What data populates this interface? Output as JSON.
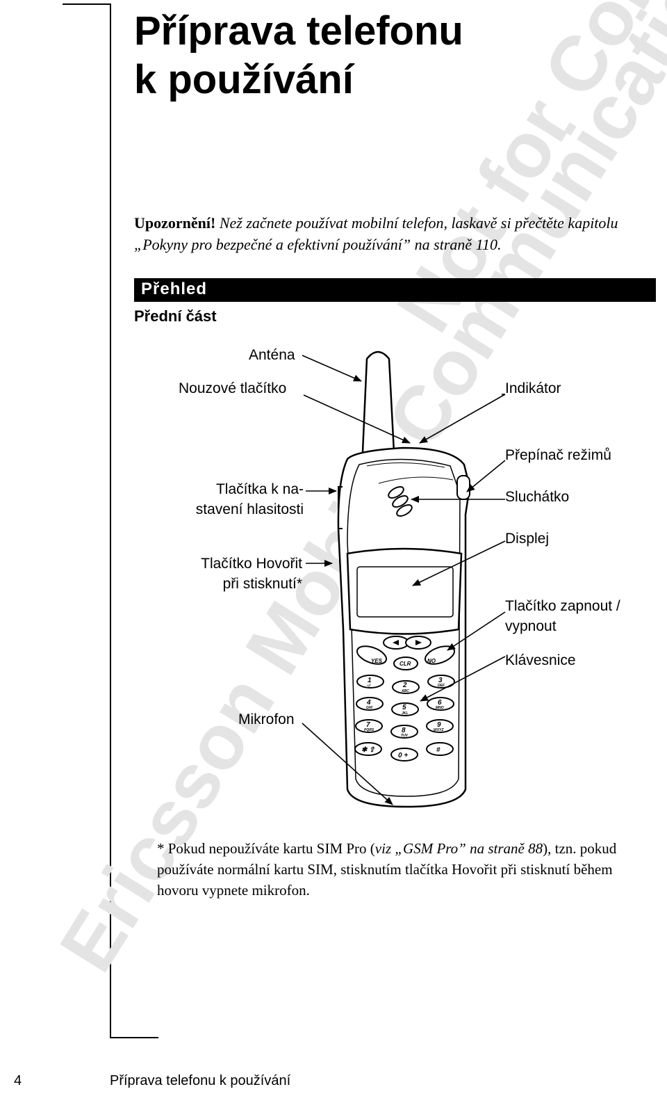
{
  "title": {
    "line1": "Příprava telefonu",
    "line2": "k používání"
  },
  "watermark": {
    "line1": "Not for Commercial Use",
    "line2": "Ericsson Mobile Communications AB"
  },
  "notice": {
    "bold": "Upozornění!",
    "text": " Než začnete používat mobilní telefon, laskavě si přečtěte kapitolu „Pokyny pro bezpečné a efektivní používání” na straně 110."
  },
  "section": {
    "heading": "Přehled",
    "subheading": "Přední část"
  },
  "labels": {
    "antenna": "Anténa",
    "emergency": "Nouzové tlačítko",
    "indicator": "Indikátor",
    "mode_switch": "Přepínač režimů",
    "volume_line1": "Tlačítka k na-",
    "volume_line2": "stavení hlasitosti",
    "earpiece": "Sluchátko",
    "display": "Displej",
    "ptt_line1": "Tlačítko Hovořit",
    "ptt_line2": "při stisknutí*",
    "power_line1": "Tlačítko zapnout /",
    "power_line2": "vypnout",
    "keypad": "Klávesnice",
    "microphone": "Mikrofon"
  },
  "phone_keys": {
    "yes": "YES",
    "clr": "CLR",
    "no": "NO",
    "k1": "1",
    "k1s": "ı,l",
    "k2": "2",
    "k2s": "ABC",
    "k3": "3",
    "k3s": "DEF",
    "k4": "4",
    "k4s": "GHI",
    "k5": "5",
    "k5s": "JKL",
    "k6": "6",
    "k6s": "MNO",
    "k7": "7",
    "k7s": "PQRS",
    "k8": "8",
    "k8s": "TUV",
    "k9": "9",
    "k9s": "WXYZ",
    "kstar": "✱ ⇧",
    "k0": "0 +",
    "khash": "#"
  },
  "footnote": {
    "p1": "* Pokud nepoužíváte kartu SIM Pro (",
    "p2": "viz „GSM Pro” na straně 88",
    "p3": "), tzn. pokud používáte normální kartu SIM, stisknutím tlačítka Hovořit při stisknutí během hovoru vypnete mikrofon."
  },
  "footer": {
    "page_number": "4",
    "title": "Příprava telefonu k používání"
  }
}
